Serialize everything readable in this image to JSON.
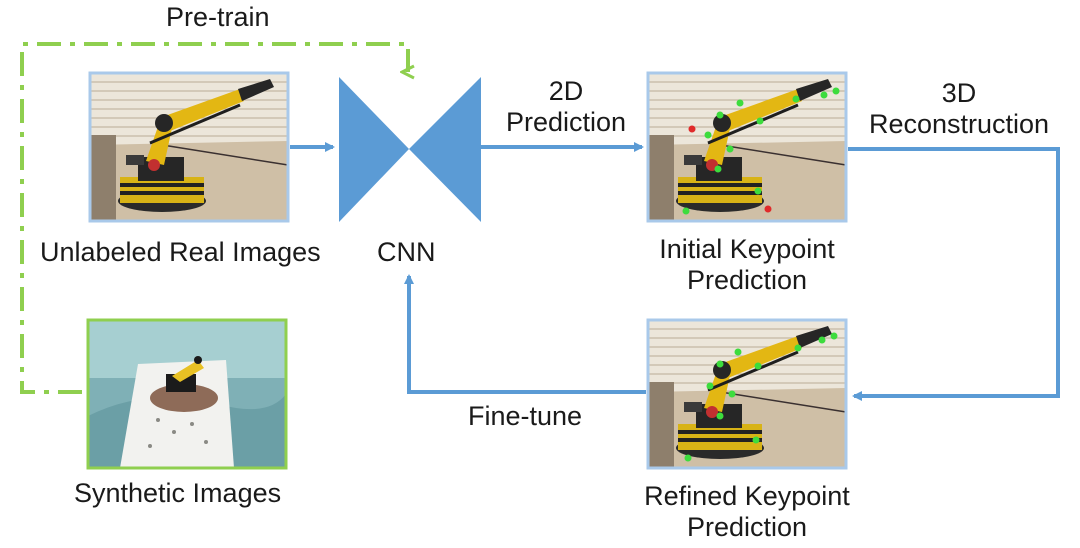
{
  "labels": {
    "pretrain": "Pre-train",
    "unlabeled_real_images": "Unlabeled Real Images",
    "cnn": "CNN",
    "prediction_2d_line1": "2D",
    "prediction_2d_line2": "Prediction",
    "initial_line1": "Initial Keypoint",
    "initial_line2": "Prediction",
    "reconstruction_3d_line1": "3D",
    "reconstruction_3d_line2": "Reconstruction",
    "refined_line1": "Refined Keypoint",
    "refined_line2": "Prediction",
    "finetune": "Fine-tune",
    "synthetic_images": "Synthetic Images"
  },
  "colors": {
    "flow_arrow": "#5b9bd5",
    "cnn_fill": "#5b9bd5",
    "pretrain_line": "#8fcf4f",
    "real_image_border": "#a9c9ea",
    "synthetic_image_border": "#8fcf4f",
    "keypoint_green": "#3ddc3d",
    "keypoint_red": "#e02a2a"
  },
  "icons": {
    "cnn_symbol": "bowtie-encoder-decoder",
    "robot_arm_photo": "robot-arm-photo"
  }
}
